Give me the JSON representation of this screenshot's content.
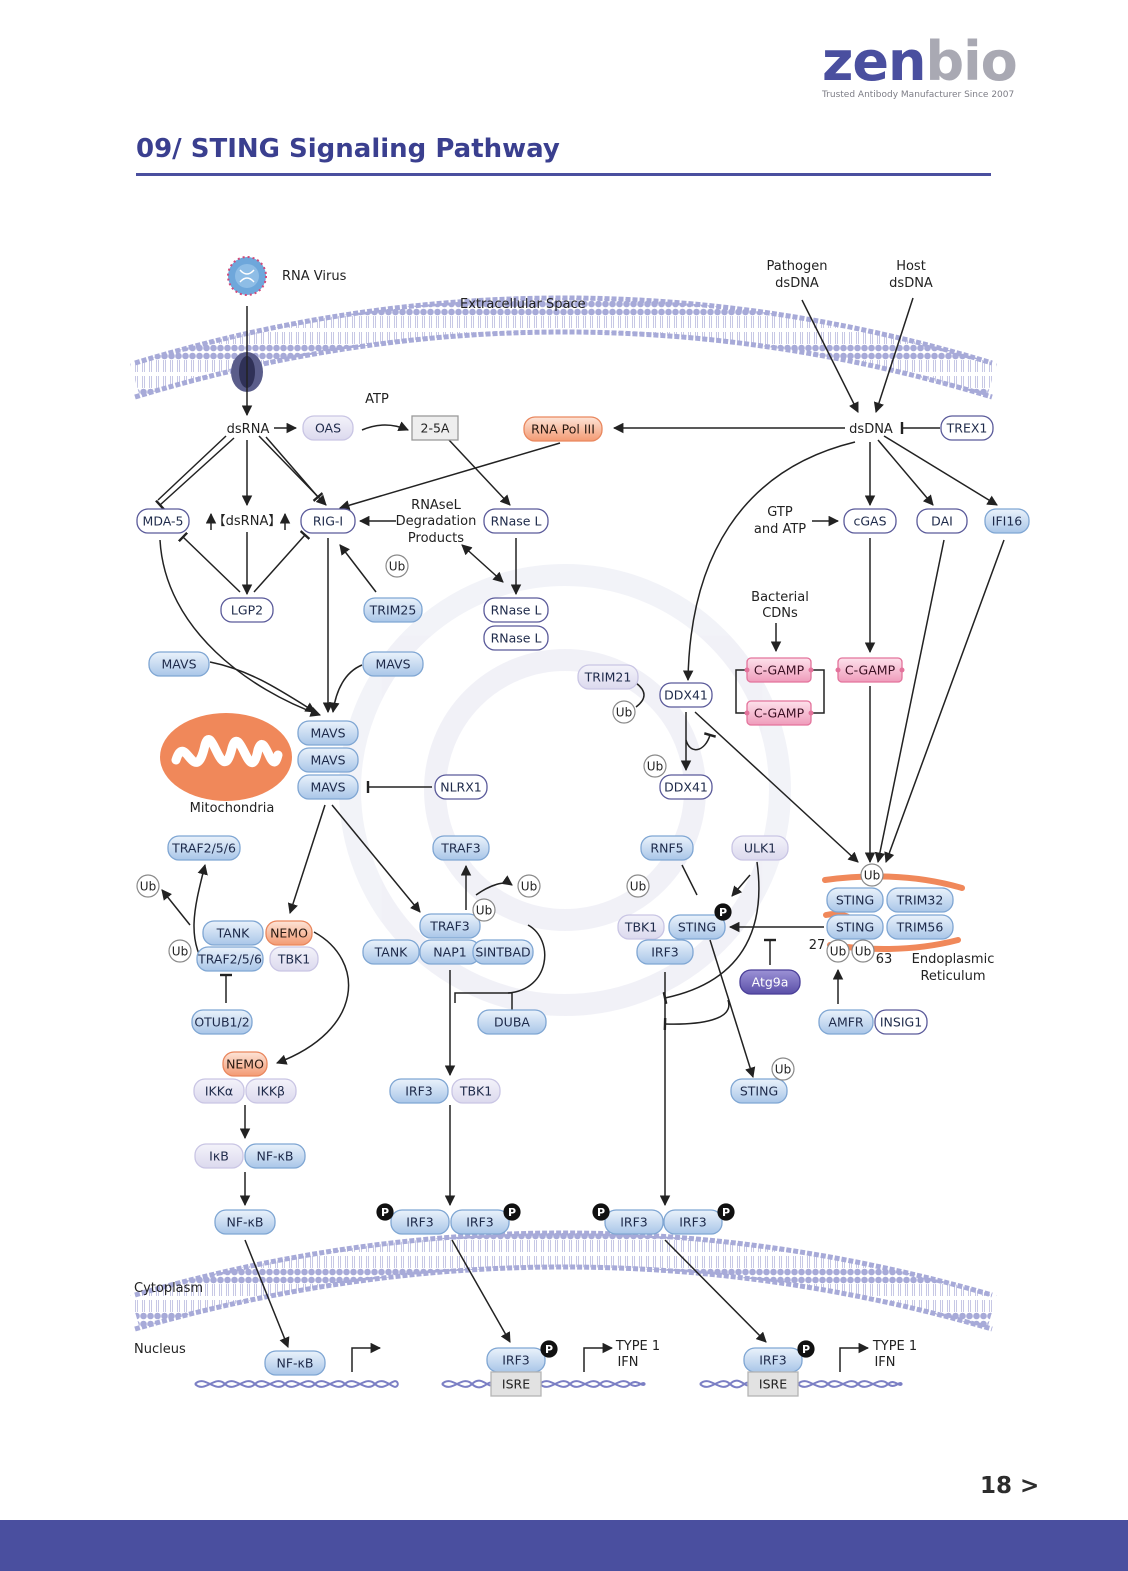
{
  "brand": {
    "name_a": "zen",
    "name_b": "bio",
    "tagline": "Trusted Antibody Manufacturer Since 2007"
  },
  "header": {
    "title": "09/ STING Signaling Pathway"
  },
  "footer": {
    "page": "18 >"
  },
  "colors": {
    "brand": "#4a4f9f",
    "node_blue": "#bcd4ee",
    "node_lavender": "#e6e4f3",
    "node_orange": "#f4a380",
    "node_pink": "#f2a8c2",
    "membrane": "#a9acd8",
    "mitochondria": "#f0885a"
  },
  "labels": {
    "rna_virus": "RNA Virus",
    "extracellular": "Extracellular Space",
    "pathogen_dsdna_1": "Pathogen",
    "pathogen_dsdna_2": "dsDNA",
    "host_dsdna_1": "Host",
    "host_dsdna_2": "dsDNA",
    "atp": "ATP",
    "rnasel_deg_1": "RNAseL",
    "rnasel_deg_2": "Degradation",
    "rnasel_deg_3": "Products",
    "gtp_1": "GTP",
    "gtp_2": "and ATP",
    "bact_1": "Bacterial",
    "bact_2": "CDNs",
    "mitochondria": "Mitochondria",
    "er_1": "Endoplasmic",
    "er_2": "Reticulum",
    "cytoplasm": "Cytoplasm",
    "nucleus": "Nucleus",
    "type1_1": "TYPE 1",
    "type1_2": "IFN",
    "type1b_1": "TYPE 1",
    "type1b_2": "IFN",
    "k27": "27",
    "k63": "63",
    "dsrna_mid": "【dsRNA】"
  },
  "nodes": {
    "dsrna": "dsRNA",
    "oas": "OAS",
    "twofivea": "2-5A",
    "rnapol3": "RNA Pol III",
    "dsdna": "dsDNA",
    "trex1": "TREX1",
    "mda5": "MDA-5",
    "rigi": "RIG-I",
    "rnasel1": "RNase L",
    "rnasel2": "RNase L",
    "rnasel3": "RNase L",
    "cgas": "cGAS",
    "dai": "DAI",
    "ifi16": "IFI16",
    "lgp2": "LGP2",
    "trim25": "TRIM25",
    "mavs_l": "MAVS",
    "mavs_r": "MAVS",
    "mavs1": "MAVS",
    "mavs2": "MAVS",
    "mavs3": "MAVS",
    "nlrx1": "NLRX1",
    "trim21": "TRIM21",
    "ddx41a": "DDX41",
    "ddx41b": "DDX41",
    "cgamp1": "C-GAMP",
    "cgamp2": "C-GAMP",
    "cgamp3": "C-GAMP",
    "traf256a": "TRAF2/5/6",
    "traf3a": "TRAF3",
    "rnf5": "RNF5",
    "ulk1": "ULK1",
    "tank1": "TANK",
    "nemo1": "NEMO",
    "traf256b": "TRAF2/5/6",
    "tbk1a": "TBK1",
    "otub": "OTUB1/2",
    "traf3b": "TRAF3",
    "tank2": "TANK",
    "nap1": "NAP1",
    "sintbad": "SINTBAD",
    "duba": "DUBA",
    "tbk1b": "TBK1",
    "sting1": "STING",
    "irf3a": "IRF3",
    "atg9a": "Atg9a",
    "sting_er1": "STING",
    "trim32": "TRIM32",
    "sting_er2": "STING",
    "trim56": "TRIM56",
    "amfr": "AMFR",
    "insig1": "INSIG1",
    "nemo2": "NEMO",
    "ikka": "IKKα",
    "ikkb": "IKKβ",
    "ikb": "IκB",
    "nfkb1": "NF-κB",
    "nfkb2": "NF-κB",
    "nfkb3": "NF-κB",
    "irf3b": "IRF3",
    "tbk1c": "TBK1",
    "irf3c": "IRF3",
    "irf3d": "IRF3",
    "irf3e": "IRF3",
    "irf3f": "IRF3",
    "sting2": "STING",
    "irf3g": "IRF3",
    "irf3h": "IRF3",
    "isre1": "ISRE",
    "isre2": "ISRE"
  },
  "markers": {
    "ub": "Ub",
    "p": "P"
  }
}
